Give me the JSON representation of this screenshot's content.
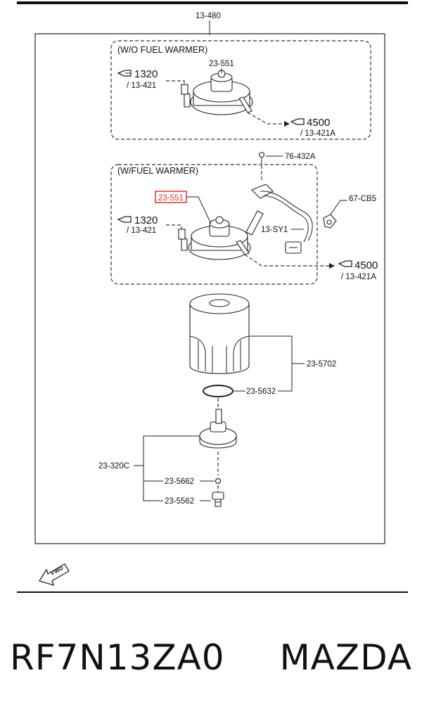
{
  "diagram": {
    "group_ref": "13-480",
    "sections": {
      "without_warmer": "(W/O FUEL WARMER)",
      "with_warmer": "(W/FUEL WARMER)"
    },
    "labels": {
      "top_assembly_a": "23-551",
      "top_assembly_b": "23-551",
      "ref_1320_a": "1320",
      "ref_13421_a": "/ 13-421",
      "ref_4500_a": "4500",
      "ref_13421A_a": "/ 13-421A",
      "ref_1320_b": "1320",
      "ref_13421_b": "/ 13-421",
      "ref_4500_b": "4500",
      "ref_13421A_b": "/ 13-421A",
      "bolt": "76-432A",
      "sensor": "67-CB5",
      "harness": "13-SY1",
      "filter": "23-5702",
      "oring": "23-5632",
      "sedimenter": "23-320C",
      "small_ring": "23-5662",
      "drain_plug": "23-5562"
    },
    "highlight_color": "#e2312b",
    "fwd_label": "FWD"
  },
  "footer": {
    "part_number": "RF7N13ZA0",
    "brand": "MAZDA"
  }
}
